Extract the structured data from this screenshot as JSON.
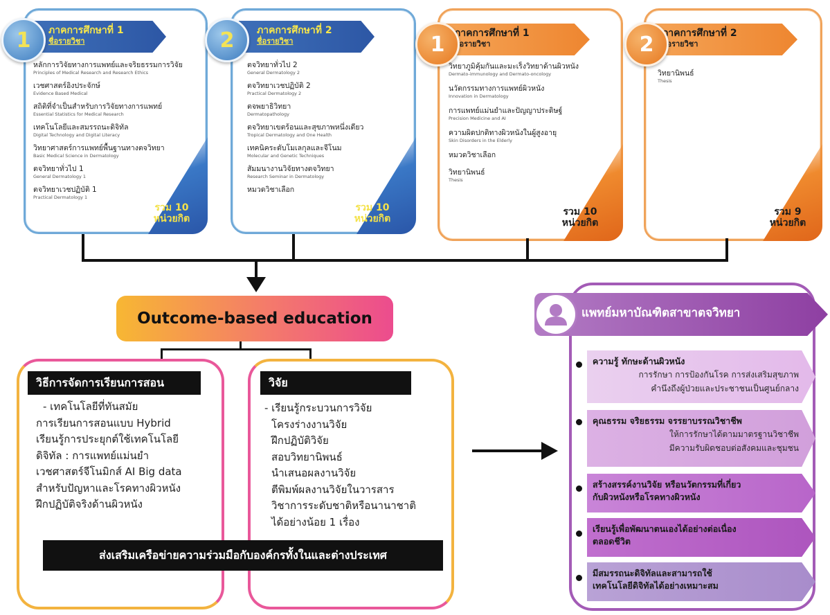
{
  "semesters": [
    {
      "number": "1",
      "title": "ภาคการศึกษาที่ 1",
      "subtitle": "ชื่อรายวิชา",
      "courses": [
        {
          "th": "หลักการวิจัยทางการแพทย์และจริยธรรมการวิจัย",
          "en": "Principles of Medical Research and Research Ethics"
        },
        {
          "th": "เวชศาสตร์อิงประจักษ์",
          "en": "Evidence Based Medical"
        },
        {
          "th": "สถิติที่จำเป็นสำหรับการวิจัยทางการแพทย์",
          "en": "Essential Statistics for Medical Research"
        },
        {
          "th": "เทคโนโลยีและสมรรถนะดิจิทัล",
          "en": "Digital Technology and Digital Literacy"
        },
        {
          "th": "วิทยาศาสตร์การแพทย์พื้นฐานทางตจวิทยา",
          "en": "Basic Medical Science in Dermatology"
        },
        {
          "th": "ตจวิทยาทั่วไป 1",
          "en": "General Dermatology 1"
        },
        {
          "th": "ตจวิทยาเวชปฏิบัติ 1",
          "en": "Practical Dermatology 1"
        }
      ],
      "total_line1": "รวม 10",
      "total_line2": "หน่วยกิต"
    },
    {
      "number": "2",
      "title": "ภาคการศึกษาที่ 2",
      "subtitle": "ชื่อรายวิชา",
      "courses": [
        {
          "th": "ตจวิทยาทั่วไป 2",
          "en": "General Dermatology 2"
        },
        {
          "th": "ตจวิทยาเวชปฏิบัติ 2",
          "en": "Practical Dermatology 2"
        },
        {
          "th": "ตจพยาธิวิทยา",
          "en": "Dermatopathology"
        },
        {
          "th": "ตจวิทยาเขตร้อนและสุขภาพหนึ่งเดียว",
          "en": "Tropical Dermatology and One Health"
        },
        {
          "th": "เทคนิคระดับโมเลกุลและจีโนม",
          "en": "Molecular and Genetic Techniques"
        },
        {
          "th": "สัมมนางานวิจัยทางตจวิทยา",
          "en": "Research Seminar in Dermatology"
        },
        {
          "th": "หมวดวิชาเลือก",
          "en": ""
        }
      ],
      "total_line1": "รวม 10",
      "total_line2": "หน่วยกิต"
    },
    {
      "number": "1",
      "title": "ภาคการศึกษาที่ 1",
      "subtitle": "ชื่อรายวิชา",
      "courses": [
        {
          "th": "วิทยาภูมิคุ้มกันและมะเร็งวิทยาด้านผิวหนัง",
          "en": "Dermato-immunology and Dermato-oncology"
        },
        {
          "th": "นวัตกรรมทางการแพทย์ผิวหนัง",
          "en": "Innovation in Dermatology"
        },
        {
          "th": "การแพทย์แม่นยำและปัญญาประดิษฐ์",
          "en": "Precision Medicine and AI"
        },
        {
          "th": "ความผิดปกติทางผิวหนังในผู้สูงอายุ",
          "en": "Skin Disorders in the Elderly"
        },
        {
          "th": "หมวดวิชาเลือก",
          "en": ""
        },
        {
          "th": "วิทยานิพนธ์",
          "en": "Thesis"
        }
      ],
      "total_line1": "รวม 10",
      "total_line2": "หน่วยกิต"
    },
    {
      "number": "2",
      "title": "ภาคการศึกษาที่ 2",
      "subtitle": "ชื่อรายวิชา",
      "courses": [
        {
          "th": "วิทยานิพนธ์",
          "en": "Thesis"
        }
      ],
      "total_line1": "รวม 9",
      "total_line2": "หน่วยกิต"
    }
  ],
  "obe_label": "Outcome-based education",
  "teaching": {
    "title": "วิธีการจัดการเรียนการสอน",
    "lines": [
      "- เทคโนโลยีที่ทันสมัย",
      "การเรียนการสอนแบบ Hybrid",
      "เรียนรู้การประยุกต์ใช้เทคโนโลยี",
      "ดิจิทัล : การแพทย์แม่นยำ",
      "เวชศาสตร์จีโนมิกส์ AI Big data",
      "สำหรับปัญหาและโรคทางผิวหนัง",
      "ฝึกปฏิบัติจริงด้านผิวหนัง"
    ]
  },
  "research": {
    "title": "วิจัย",
    "lines": [
      "- เรียนรู้กระบวนการวิจัย",
      "โครงร่างงานวิจัย",
      "ฝึกปฏิบัติวิจัย",
      "สอบวิทยานิพนธ์",
      "นำเสนอผลงานวิจัย",
      "ตีพิมพ์ผลงานวิจัยในวารสาร",
      "วิชาการระดับชาติหรือนานาชาติ",
      "ได้อย่างน้อย 1 เรื่อง"
    ]
  },
  "network_banner": "ส่งเสริมเครือข่ายความร่วมมือกับองค์กรทั้งในและต่างประเทศ",
  "graduate": {
    "title": "แพทย์มหาบัณฑิตสาขาตจวิทยา",
    "outcomes": [
      {
        "line1": "ความรู้ ทักษะด้านผิวหนัง",
        "line2": "การรักษา การป้องกันโรค การส่งเสริมสุขภาพ",
        "line3": "คำนึงถึงผู้ป่วยและประชาชนเป็นศูนย์กลาง"
      },
      {
        "line1": "คุณธรรม จริยธรรม จรรยาบรรณวิชาชีพ",
        "line2": "ให้การรักษาได้ตามมาตรฐานวิชาชีพ",
        "line3": "มีความรับผิดชอบต่อสังคมและชุมชน"
      },
      {
        "line1": "สร้างสรรค์งานวิจัย หรือนวัตกรรมที่เกี่ยว",
        "line2": "กับผิวหนังหรือโรคทางผิวหนัง",
        "line3": ""
      },
      {
        "line1": "เรียนรู้เพื่อพัฒนาตนเองได้อย่างต่อเนื่อง",
        "line2": "ตลอดชีวิต",
        "line3": ""
      },
      {
        "line1": "มีสมรรถนะดิจิทัลและสามารถใช้",
        "line2": "เทคโนโลยีดิจิทัลได้อย่างเหมาะสม",
        "line3": ""
      }
    ]
  },
  "colors": {
    "blue": "#2d57a5",
    "orange": "#ee8630",
    "purple": "#8e3fa2",
    "obe_start": "#f7b733",
    "obe_end": "#ec4c8e"
  }
}
